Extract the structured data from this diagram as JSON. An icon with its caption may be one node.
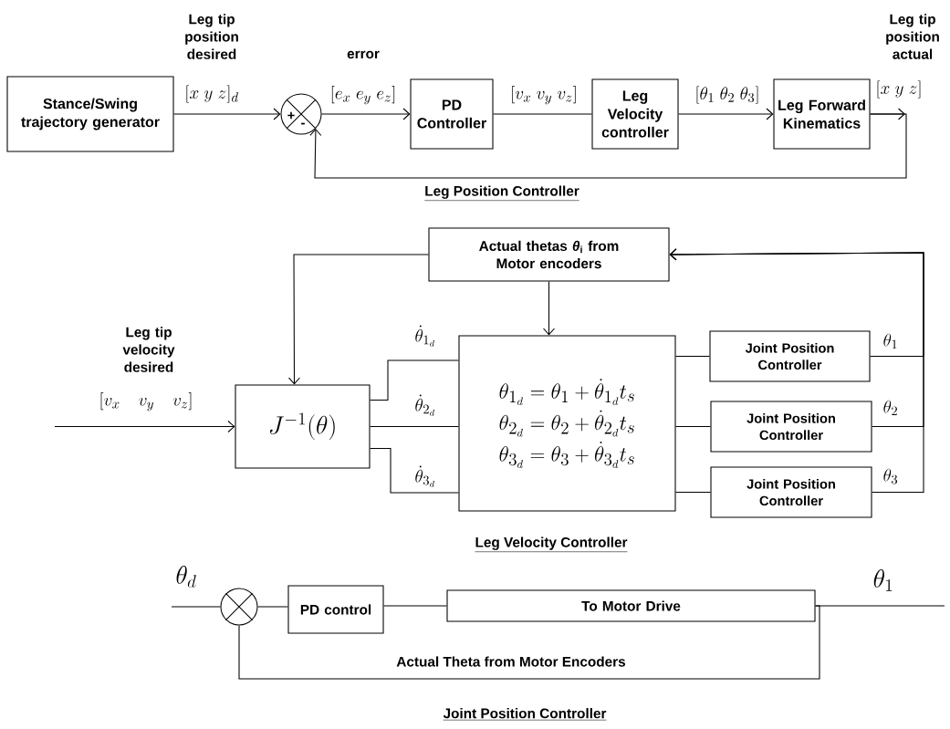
{
  "diagram": {
    "nodes": [
      {
        "text": [
          "Stance/Swing trajectory generator"
        ]
      },
      {
        "text": [
          "+",
          "-"
        ]
      },
      {
        "text": [
          "PD Controller"
        ]
      },
      {
        "text": [
          "Leg Velocity controller"
        ]
      },
      {
        "text": [
          "Leg Forward Kinematics"
        ]
      },
      {
        "text": [
          "Actual thetas *θ*$_{i}$ from Motor encoders"
        ]
      },
      {
        "text": [
          "J^{-1}(\\theta)"
        ]
      },
      {
        "text": [
          "\\theta_{1_d} = \\theta_1 + \\dot{\\theta}_{1_d} t_s",
          "\\theta_{2_d} = \\theta_2 + \\dot{\\theta}_{2_d} t_s",
          "\\theta_{3_d} = \\theta_3 + \\dot{\\theta}_{3_d} t_s"
        ]
      },
      {
        "text": [
          "Joint Position Controller"
        ]
      },
      {
        "text": [
          "Joint Position Controller"
        ]
      },
      {
        "text": [
          "Joint Position Controller"
        ]
      },
      {
        "text": [],
        "shape": "circle"
      },
      {
        "text": [
          "PD control"
        ]
      },
      {
        "text": [
          "To Motor Drive"
        ]
      }
    ],
    "edges": [
      {
        "from": 0,
        "to": 1,
        "arrow": "to",
        "label": "[x\\;y\\;z]_d"
      },
      {
        "from": 1,
        "to": 2,
        "arrow": "to",
        "label": "[e_x\\;e_y\\;e_z]"
      },
      {
        "from": 2,
        "to": 3,
        "arrow": "none",
        "label": "[v_x\\;v_y\\;v_z]"
      },
      {
        "from": 3,
        "to": 4,
        "arrow": "to",
        "label": "[\\theta_1\\;\\theta_2\\;\\theta_3]"
      },
      {
        "from": 4,
        "to": null,
        "arrow": "to",
        "label": "[x\\;y\\;z]"
      },
      {
        "from": 4,
        "to": 1,
        "arrow": "to"
      },
      {
        "from": null,
        "to": 6,
        "arrow": "to",
        "label": "[v_x\\quad v_y\\quad v_z]"
      },
      {
        "from": 5,
        "to": 6,
        "arrow": "to"
      },
      {
        "from": 5,
        "to": 7,
        "arrow": "to"
      },
      {
        "from": 6,
        "to": 7,
        "arrow": "none",
        "label": "\\dot{\\theta}_{1_d}"
      },
      {
        "from": 6,
        "to": 7,
        "arrow": "none",
        "label": "\\dot{\\theta}_{2_d}"
      },
      {
        "from": 6,
        "to": 7,
        "arrow": "none",
        "label": "\\dot{\\theta}_{3_d}"
      },
      {
        "from": 7,
        "to": 8,
        "arrow": "none"
      },
      {
        "from": 7,
        "to": 9,
        "arrow": "none"
      },
      {
        "from": 7,
        "to": 10,
        "arrow": "none"
      },
      {
        "from": 8,
        "to": 5,
        "arrow": "to",
        "label": "\\theta_1"
      },
      {
        "from": 9,
        "to": 5,
        "arrow": "to",
        "label": "\\theta_2"
      },
      {
        "from": 10,
        "to": 5,
        "arrow": "to",
        "label": "\\theta_3"
      },
      {
        "from": null,
        "to": 11,
        "arrow": "none",
        "label": "\\theta_d"
      },
      {
        "from": 11,
        "to": 12,
        "arrow": "none"
      },
      {
        "from": 12,
        "to": 13,
        "arrow": "none"
      },
      {
        "from": 13,
        "to": null,
        "arrow": "none",
        "label": "\\theta_1"
      },
      {
        "from": 13,
        "to": 11,
        "arrow": "none",
        "label": "Actual Theta from Motor Encoders"
      }
    ],
    "labels": [
      "Leg tip position desired",
      "error",
      "Leg tip position actual",
      "Leg Position Controller",
      "Leg tip velocity desired",
      "Leg Velocity Controller",
      "Joint Position Controller"
    ]
  }
}
